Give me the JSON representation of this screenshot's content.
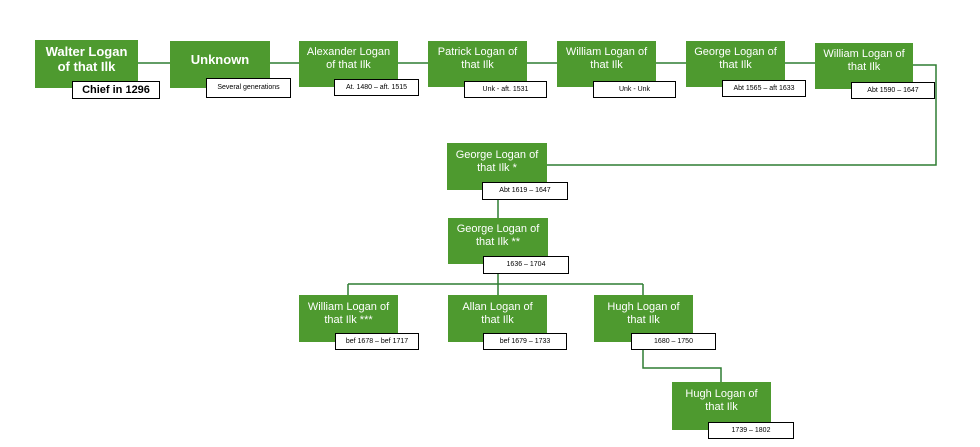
{
  "people": [
    {
      "id": "walter",
      "name": "Walter Logan of that Ilk",
      "dates": "Chief in 1296"
    },
    {
      "id": "unknown",
      "name": "Unknown",
      "dates": "Several generations"
    },
    {
      "id": "alexander",
      "name": "Alexander Logan of that Ilk",
      "dates": "At. 1480 – aft. 1515"
    },
    {
      "id": "patrick",
      "name": "Patrick Logan of that Ilk",
      "dates": "Unk - aft. 1531"
    },
    {
      "id": "william1",
      "name": "William Logan of that Ilk",
      "dates": "Unk - Unk"
    },
    {
      "id": "george1",
      "name": "George Logan of that Ilk",
      "dates": "Abt 1565 – aft 1633"
    },
    {
      "id": "william2",
      "name": "William Logan of that Ilk",
      "dates": "Abt 1590 – 1647"
    },
    {
      "id": "george2",
      "name": "George Logan of that Ilk *",
      "dates": "Abt 1619 – 1647"
    },
    {
      "id": "george3",
      "name": "George Logan of that Ilk **",
      "dates": "1636 – 1704"
    },
    {
      "id": "william3",
      "name": "William Logan of that Ilk ***",
      "dates": "bef 1678 – bef 1717"
    },
    {
      "id": "allan",
      "name": "Allan Logan of that Ilk",
      "dates": "bef 1679 – 1733"
    },
    {
      "id": "hugh1",
      "name": "Hugh Logan of that Ilk",
      "dates": "1680 – 1750"
    },
    {
      "id": "hugh2",
      "name": "Hugh Logan of that Ilk",
      "dates": "1739 – 1802"
    }
  ],
  "colors": {
    "node": "#4e9a2f",
    "line": "#2e7d32",
    "box_border": "#000000"
  }
}
